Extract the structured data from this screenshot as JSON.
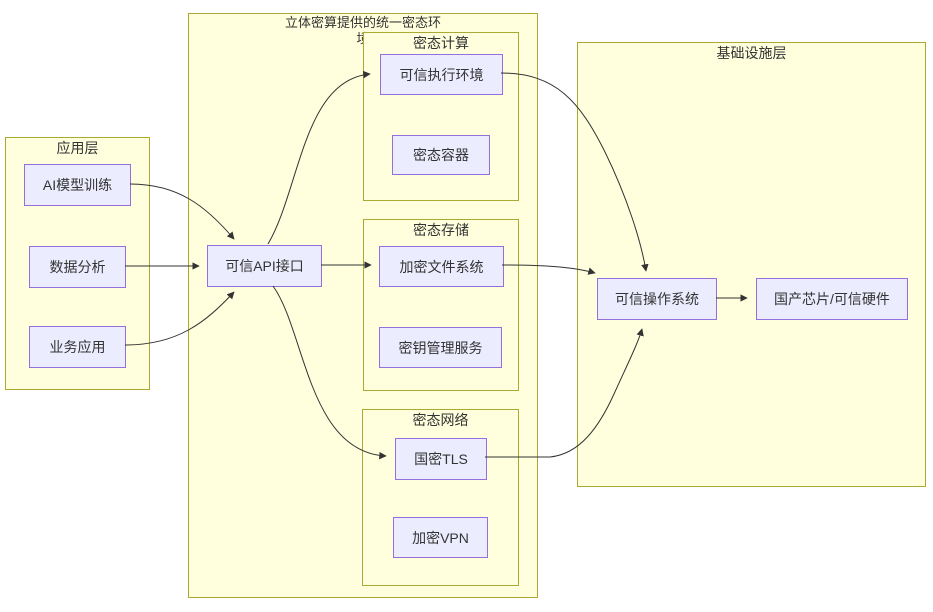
{
  "clusters": {
    "app": {
      "title": "应用层"
    },
    "unified": {
      "title_lines": [
        "立体密算提供的统一密态环",
        "境"
      ]
    },
    "confidential_computing": {
      "title": "密态计算"
    },
    "confidential_storage": {
      "title": "密态存储"
    },
    "confidential_network": {
      "title": "密态网络"
    },
    "infra": {
      "title": "基础设施层"
    }
  },
  "nodes": {
    "ai_training": "AI模型训练",
    "data_analysis": "数据分析",
    "business_app": "业务应用",
    "api": "可信API接口",
    "tee": "可信执行环境",
    "confidential_container": "密态容器",
    "encrypted_fs": "加密文件系统",
    "kms": "密钥管理服务",
    "gm_tls": "国密TLS",
    "encrypted_vpn": "加密VPN",
    "trusted_os": "可信操作系统",
    "domestic_chip": "国产芯片/可信硬件"
  },
  "edges": [
    {
      "from": "ai_training",
      "to": "api"
    },
    {
      "from": "data_analysis",
      "to": "api"
    },
    {
      "from": "business_app",
      "to": "api"
    },
    {
      "from": "api",
      "to": "tee"
    },
    {
      "from": "api",
      "to": "encrypted_fs"
    },
    {
      "from": "api",
      "to": "gm_tls"
    },
    {
      "from": "tee",
      "to": "trusted_os"
    },
    {
      "from": "encrypted_fs",
      "to": "trusted_os"
    },
    {
      "from": "gm_tls",
      "to": "trusted_os"
    },
    {
      "from": "trusted_os",
      "to": "domestic_chip"
    }
  ],
  "colors": {
    "cluster_fill": "#ffffde",
    "cluster_border": "#aaaa33",
    "node_fill": "#ECECFF",
    "node_border": "#9370DB",
    "edge_color": "#333333",
    "text_color": "#333333"
  }
}
